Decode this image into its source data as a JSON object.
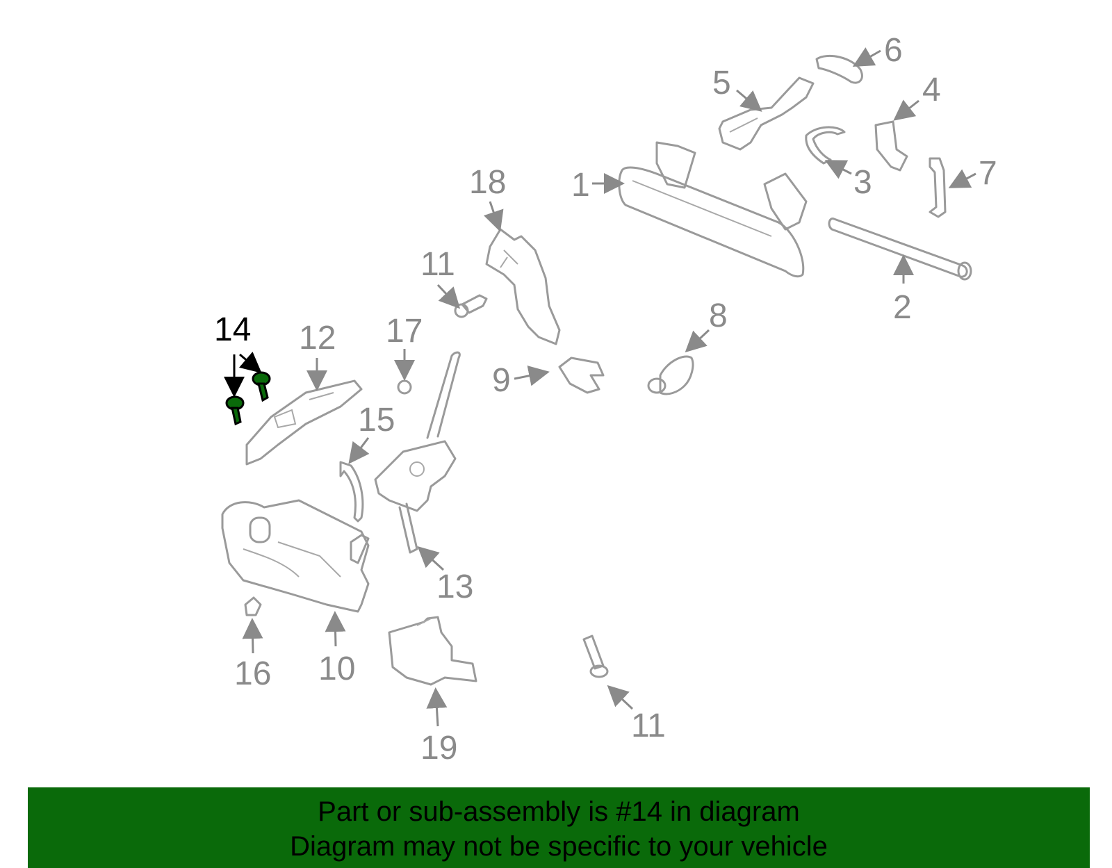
{
  "callouts": {
    "c1": "1",
    "c2": "2",
    "c3": "3",
    "c4": "4",
    "c5": "5",
    "c6": "6",
    "c7": "7",
    "c8": "8",
    "c9": "9",
    "c10": "10",
    "c11a": "11",
    "c11b": "11",
    "c12": "12",
    "c13": "13",
    "c14": "14",
    "c15": "15",
    "c16": "16",
    "c17": "17",
    "c18": "18",
    "c19": "19"
  },
  "highlight": {
    "part": "14",
    "color": "#0a6a0a"
  },
  "banner": {
    "line1": "Part or sub-assembly is #14 in diagram",
    "line2": "Diagram may not be specific to your vehicle"
  }
}
